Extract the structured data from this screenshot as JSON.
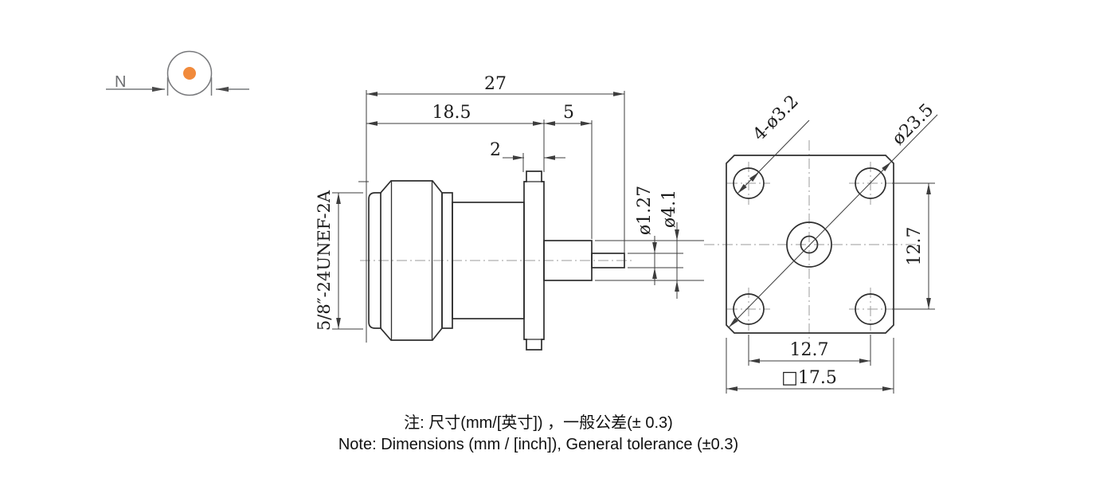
{
  "connector_symbol": {
    "label": "N",
    "dot_color": "#F18A3B"
  },
  "side_view": {
    "thread_label": "5/8″-24UNEF-2A",
    "dim_overall_length": "27",
    "dim_body_length": "18.5",
    "dim_rear_length": "5",
    "dim_flange_thickness": "2",
    "dim_pin_diameter": "ø1.27",
    "dim_rear_diameter": "ø4.1"
  },
  "front_view": {
    "dim_mounting_holes": "4-ø3.2",
    "dim_corner_circle": "ø23.5",
    "dim_hole_spacing_vertical": "12.7",
    "dim_hole_spacing_horizontal": "12.7",
    "dim_flange_square": "□17.5"
  },
  "notes": {
    "line_zh": "注: 尺寸(mm/[英寸]) ，一般公差(± 0.3)",
    "line_en": "Note: Dimensions (mm / [inch]), General tolerance (±0.3)"
  },
  "colors": {
    "accent_orange": "#F18A3B",
    "line_dark": "#2E2E2E",
    "line_dim": "#3D3D3D",
    "line_gray": "#77787B"
  }
}
